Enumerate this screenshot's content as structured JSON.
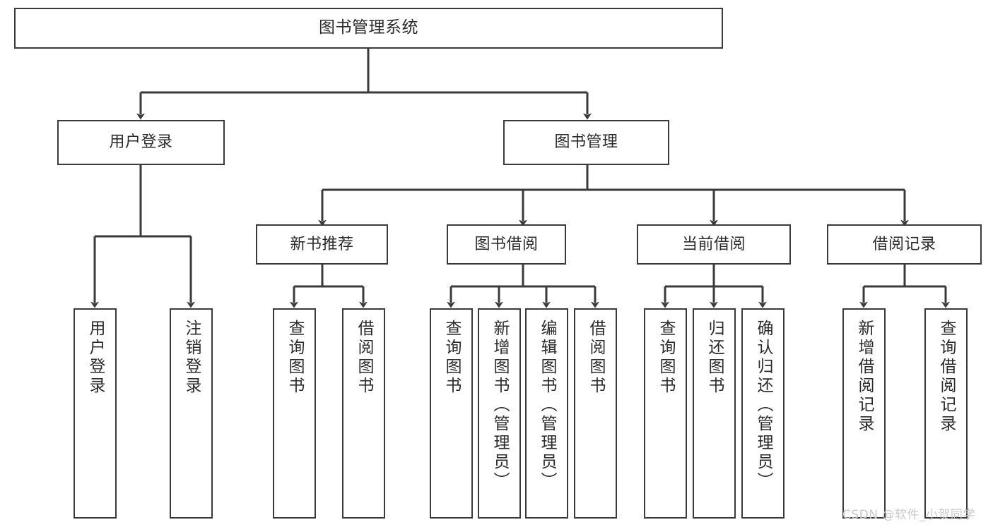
{
  "diagram": {
    "title": "图书管理系统",
    "type": "tree-hierarchy-chart",
    "watermark": "CSDN @软件_小贺同学",
    "colors": {
      "box_border": "#3a3a3a",
      "box_fill": "#ffffff",
      "connector": "#3a3a3a",
      "text": "#2b2b2b",
      "watermark": "#c9c9c9",
      "background": "#ffffff"
    },
    "nodes": {
      "root": {
        "label": "图书管理系统"
      },
      "level2": [
        {
          "id": "user-login",
          "label": "用户登录"
        },
        {
          "id": "book-management",
          "label": "图书管理"
        }
      ],
      "level3": [
        {
          "id": "new-book-recommend",
          "label": "新书推荐"
        },
        {
          "id": "book-borrow",
          "label": "图书借阅"
        },
        {
          "id": "current-borrow",
          "label": "当前借阅"
        },
        {
          "id": "borrow-record",
          "label": "借阅记录"
        }
      ],
      "leaves": {
        "user_login": [
          {
            "id": "leaf-user-login",
            "label": "用户登录"
          },
          {
            "id": "leaf-logout-login",
            "label": "注销登录"
          }
        ],
        "new_book_recommend": [
          {
            "id": "leaf-query-book-1",
            "label": "查询图书"
          },
          {
            "id": "leaf-borrow-book-1",
            "label": "借阅图书"
          }
        ],
        "book_borrow": [
          {
            "id": "leaf-query-book-2",
            "label": "查询图书"
          },
          {
            "id": "leaf-add-book",
            "label": "新增图书（管理员）"
          },
          {
            "id": "leaf-edit-book",
            "label": "编辑图书（管理员）"
          },
          {
            "id": "leaf-borrow-book-2",
            "label": "借阅图书"
          }
        ],
        "current_borrow": [
          {
            "id": "leaf-query-book-3",
            "label": "查询图书"
          },
          {
            "id": "leaf-return-book",
            "label": "归还图书"
          },
          {
            "id": "leaf-confirm-return",
            "label": "确认归还（管理员）"
          }
        ],
        "borrow_record": [
          {
            "id": "leaf-add-record",
            "label": "新增借阅记录"
          },
          {
            "id": "leaf-query-record",
            "label": "查询借阅记录"
          }
        ]
      }
    }
  }
}
